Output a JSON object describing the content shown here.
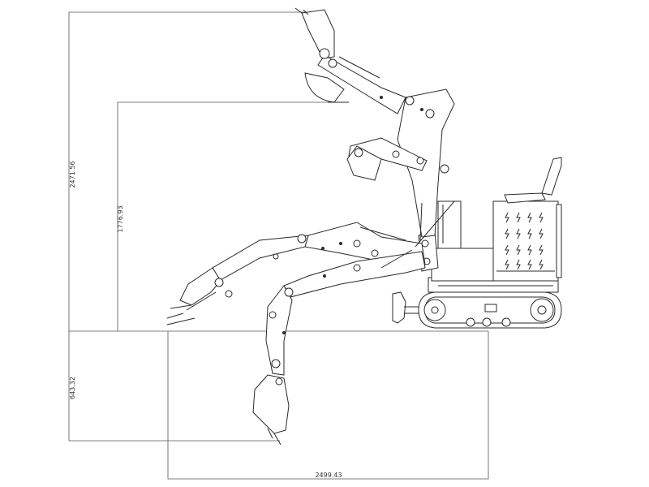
{
  "dimensions": {
    "max_digging_height": "2471.56",
    "max_dumping_height": "1776.93",
    "max_digging_depth": "643.32",
    "max_digging_reach": "2499.43"
  },
  "colors": {
    "line": "#2a2a2a",
    "dimension_line": "#555555",
    "background": "#ffffff"
  }
}
